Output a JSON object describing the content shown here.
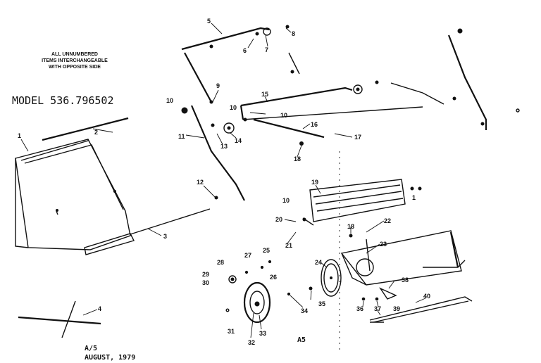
{
  "note": {
    "line1": "ALL UNNUMBERED",
    "line2": "ITEMS INTERCHANGEABLE",
    "line3": "WITH OPPOSITE SIDE"
  },
  "model_label": "MODEL 536.796502",
  "footer": {
    "code": "A/5",
    "date": "AUGUST, 1979",
    "page_mark": "A5"
  },
  "callouts": [
    "1",
    "2",
    "3",
    "4",
    "5",
    "6",
    "7",
    "8",
    "9",
    "10",
    "11",
    "12",
    "13",
    "14",
    "15",
    "16",
    "17",
    "18",
    "19",
    "20",
    "21",
    "22",
    "23",
    "24",
    "25",
    "26",
    "27",
    "28",
    "29",
    "30",
    "31",
    "32",
    "33",
    "34",
    "35",
    "36",
    "37",
    "38",
    "39",
    "40"
  ]
}
